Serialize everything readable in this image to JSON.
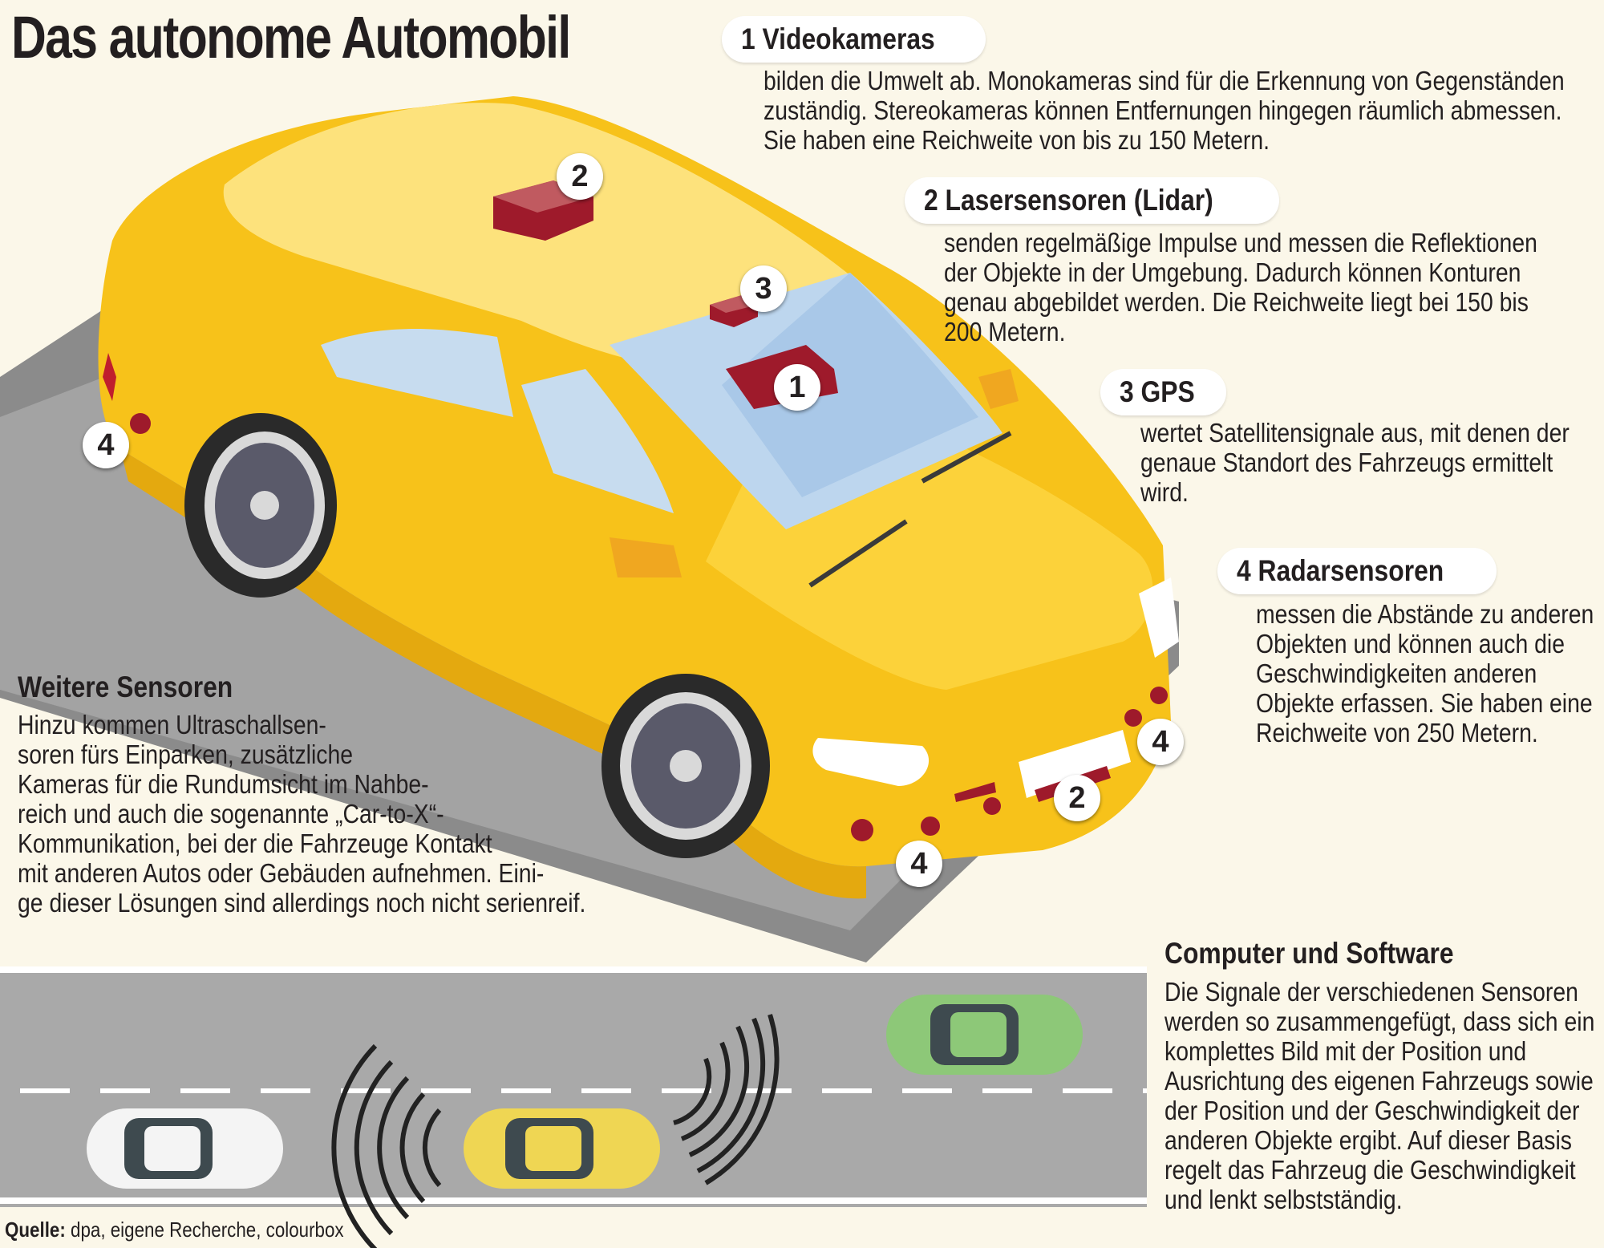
{
  "title": "Das autonome Automobil",
  "sections": [
    {
      "label": "1 Videokameras",
      "lines": [
        "bilden die Umwelt ab. Monokameras sind für die Erkennung von Gegenständen",
        "zuständig. Stereokameras können Entfernungen hingegen räumlich abmessen.",
        "Sie haben eine Reichweite von bis zu 150 Metern."
      ]
    },
    {
      "label": "2 Lasersensoren (Lidar)",
      "lines": [
        "senden regelmäßige Impulse und messen die Reflektionen",
        "der Objekte in der Umgebung.  Dadurch können Konturen",
        "genau abgebildet werden. Die Reichweite liegt bei 150 bis",
        "200 Metern."
      ]
    },
    {
      "label": "3 GPS",
      "lines": [
        "wertet Satellitensignale aus, mit denen der",
        "genaue Standort des Fahrzeugs ermittelt",
        "wird."
      ]
    },
    {
      "label": "4 Radarsensoren",
      "lines": [
        "messen die Abstände zu anderen",
        "Objekten und können auch die",
        "Geschwindigkeiten anderen",
        "Objekte erfassen. Sie haben eine",
        "Reichweite von 250 Metern."
      ]
    }
  ],
  "weitere": {
    "heading": "Weitere Sensoren",
    "lines": [
      "Hinzu kommen Ultraschallsen-",
      "soren fürs Einparken, zusätzliche",
      "Kameras für die Rundumsicht im Nahbe-",
      "reich und auch die sogenannte „Car-to-X“-",
      "Kommunikation, bei der die Fahrzeuge Kontakt",
      "mit anderen Autos oder Gebäuden aufnehmen. Eini-",
      "ge dieser Lösungen sind allerdings noch nicht serienreif."
    ]
  },
  "computer": {
    "heading": "Computer und Software",
    "lines": [
      "Die Signale der verschiedenen Sensoren",
      "werden so zusammengefügt, dass sich ein",
      "komplettes Bild mit der Position und",
      "Ausrichtung des eigenen Fahrzeugs sowie",
      "der Position und der Geschwindigkeit der",
      "anderen Objekte ergibt. Auf dieser Basis",
      "regelt das Fahrzeug die Geschwindigkeit",
      "und lenkt selbstständig."
    ]
  },
  "source": {
    "label": "Quelle:",
    "text": " dpa, eigene Recherche, colourbox"
  },
  "badges": {
    "roof_lidar": "2",
    "roof_gps": "3",
    "windshield_camera": "1",
    "rear_radar": "4",
    "front_radar_right": "4",
    "front_lidar": "2",
    "front_radar_bottom": "4"
  },
  "colors": {
    "background": "#fbf7e9",
    "car_body": "#f7c21a",
    "sensor_red": "#9e1a2b",
    "road": "#a9a9a9",
    "road_car_green": "#8dc878",
    "road_car_yellow": "#efd653"
  }
}
